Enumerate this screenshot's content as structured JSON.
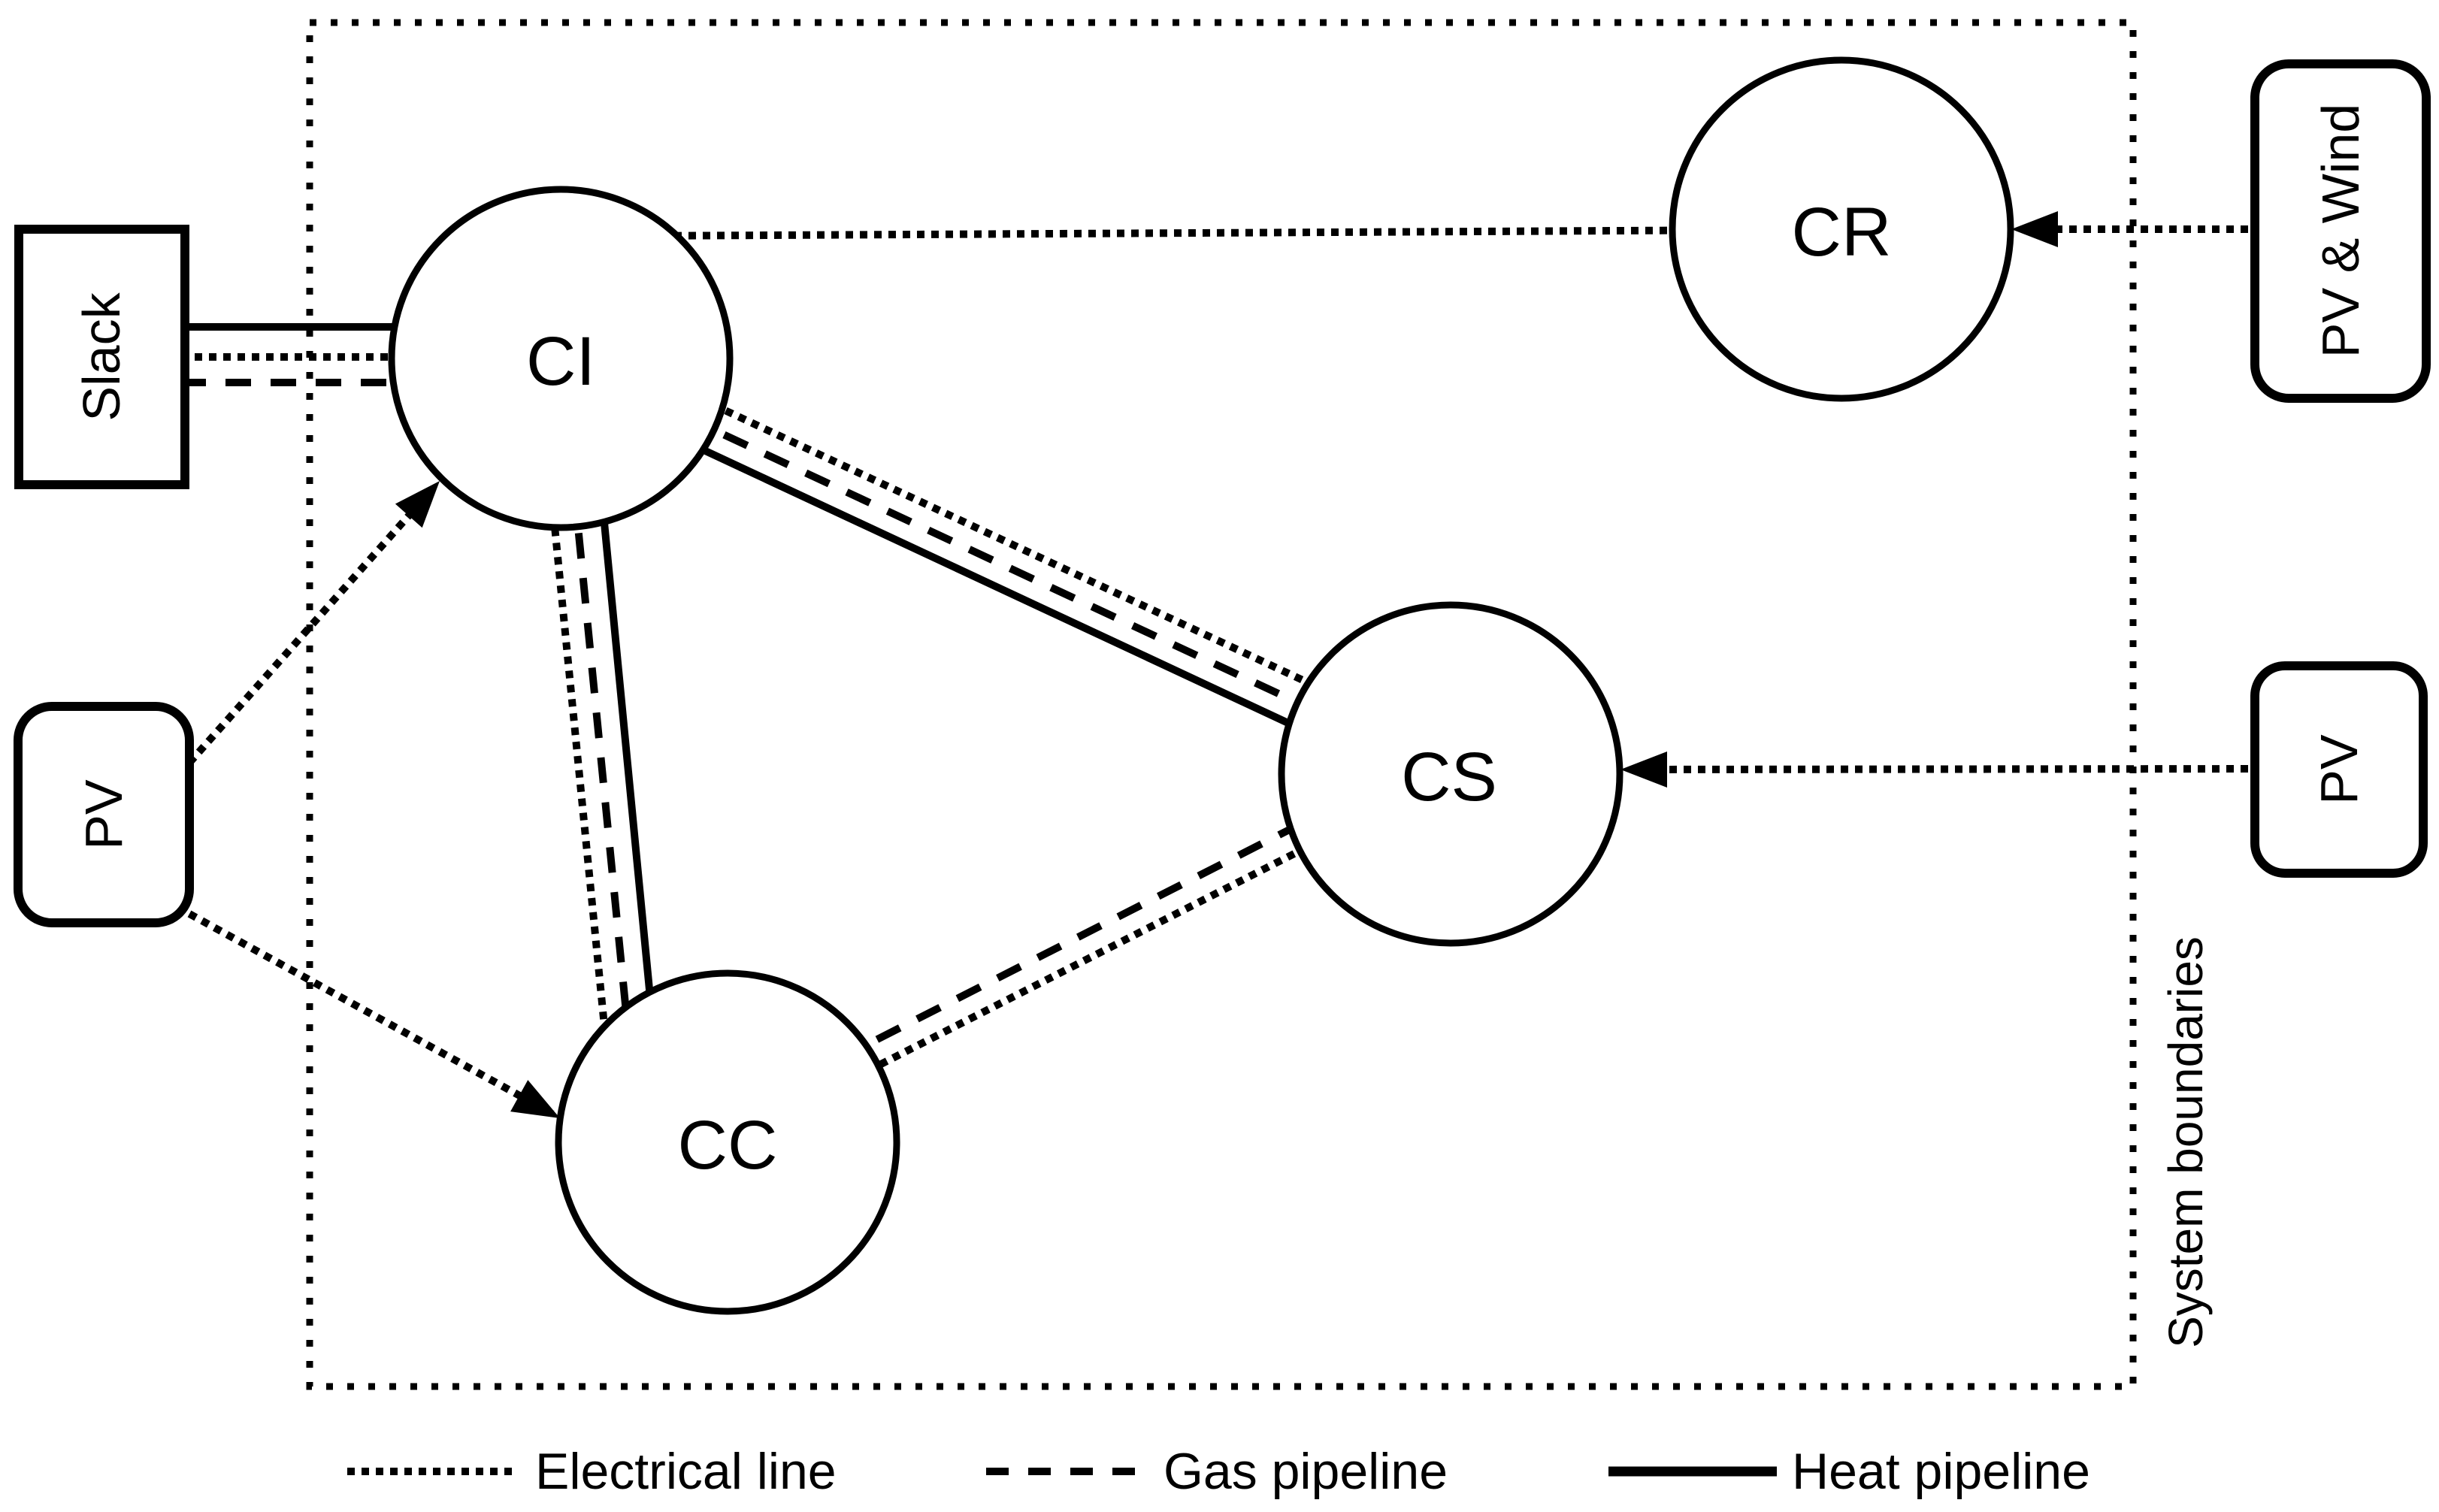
{
  "diagram": {
    "kind": "energy-hub network diagram",
    "colors": {
      "ink": "#000000",
      "background": "#ffffff"
    }
  },
  "boundary": {
    "label": "System boundaries"
  },
  "nodes": [
    {
      "id": "CI",
      "label": "CI"
    },
    {
      "id": "CR",
      "label": "CR"
    },
    {
      "id": "CS",
      "label": "CS"
    },
    {
      "id": "CC",
      "label": "CC"
    }
  ],
  "externals": [
    {
      "id": "slack",
      "label": "Slack"
    },
    {
      "id": "pv-left",
      "label": "PV"
    },
    {
      "id": "pv-wind",
      "label": "PV & Wind"
    },
    {
      "id": "pv-right",
      "label": "PV"
    }
  ],
  "edges": [
    {
      "from": "Slack",
      "to": "CI",
      "type": "heat",
      "arrow": false
    },
    {
      "from": "Slack",
      "to": "CI",
      "type": "electrical",
      "arrow": false
    },
    {
      "from": "Slack",
      "to": "CI",
      "type": "gas",
      "arrow": false
    },
    {
      "from": "CI",
      "to": "CR",
      "type": "electrical",
      "arrow": false
    },
    {
      "from": "CI",
      "to": "CS",
      "type": "electrical",
      "arrow": false
    },
    {
      "from": "CI",
      "to": "CS",
      "type": "gas",
      "arrow": false
    },
    {
      "from": "CI",
      "to": "CS",
      "type": "heat",
      "arrow": false
    },
    {
      "from": "CI",
      "to": "CC",
      "type": "electrical",
      "arrow": false
    },
    {
      "from": "CI",
      "to": "CC",
      "type": "gas",
      "arrow": false
    },
    {
      "from": "CI",
      "to": "CC",
      "type": "heat",
      "arrow": false
    },
    {
      "from": "CC",
      "to": "CS",
      "type": "gas",
      "arrow": false
    },
    {
      "from": "CC",
      "to": "CS",
      "type": "electrical",
      "arrow": false
    },
    {
      "from": "PV",
      "to": "CI",
      "type": "electrical",
      "arrow": true
    },
    {
      "from": "PV",
      "to": "CC",
      "type": "electrical",
      "arrow": true
    },
    {
      "from": "PV & Wind",
      "to": "CR",
      "type": "electrical",
      "arrow": true
    },
    {
      "from": "PV",
      "to": "CS",
      "type": "electrical",
      "arrow": true
    }
  ],
  "legend": {
    "items": [
      {
        "label": "Electrical line",
        "style": "dotted"
      },
      {
        "label": "Gas pipeline",
        "style": "dashed"
      },
      {
        "label": "Heat pipeline",
        "style": "solid"
      }
    ]
  }
}
